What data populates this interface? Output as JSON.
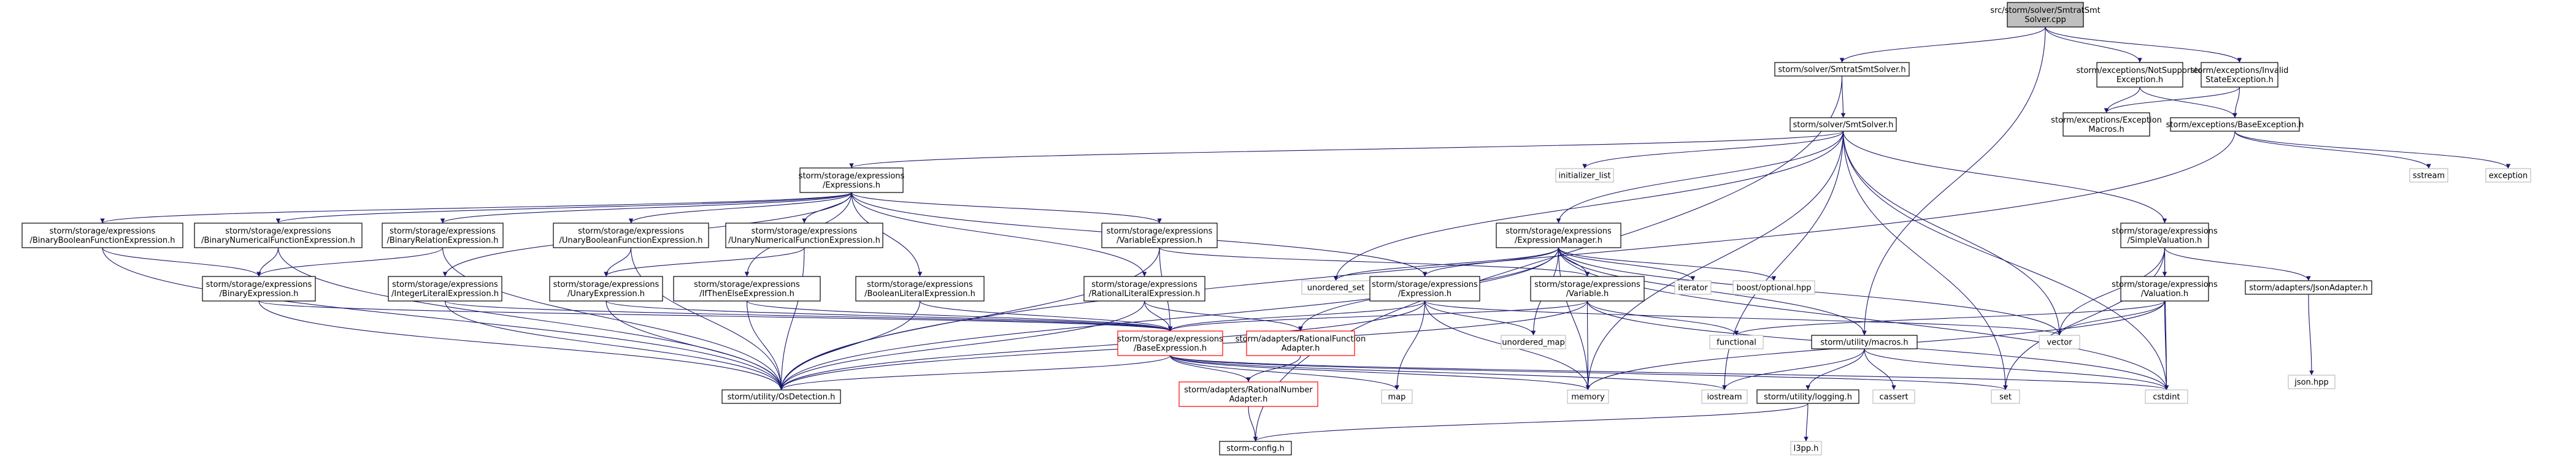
{
  "colors": {
    "root_fill": "#bfbfbf",
    "normal_border": "#000000",
    "external_border": "#bfbfbf",
    "missing_border": "#ff0000",
    "edge": "#191970"
  },
  "nodes": {
    "root": [
      "src/storm/solver/SmtratSmt",
      "Solver.cpp"
    ],
    "smtrat_h": [
      "storm/solver/SmtratSmtSolver.h"
    ],
    "notsupported": [
      "storm/exceptions/NotSupported",
      "Exception.h"
    ],
    "invalidstate": [
      "storm/exceptions/Invalid",
      "StateException.h"
    ],
    "exc_macros": [
      "storm/exceptions/Exception",
      "Macros.h"
    ],
    "base_exc": [
      "storm/exceptions/BaseException.h"
    ],
    "sstream": [
      "sstream"
    ],
    "exception": [
      "exception"
    ],
    "smtsolver": [
      "storm/solver/SmtSolver.h"
    ],
    "init_list": [
      "initializer_list"
    ],
    "expressions_h": [
      "storm/storage/expressions",
      "/Expressions.h"
    ],
    "expr_manager": [
      "storm/storage/expressions",
      "/ExpressionManager.h"
    ],
    "simple_val": [
      "storm/storage/expressions",
      "/SimpleValuation.h"
    ],
    "bbfe": [
      "storm/storage/expressions",
      "/BinaryBooleanFunctionExpression.h"
    ],
    "bnfe": [
      "storm/storage/expressions",
      "/BinaryNumericalFunctionExpression.h"
    ],
    "bre": [
      "storm/storage/expressions",
      "/BinaryRelationExpression.h"
    ],
    "ubfe": [
      "storm/storage/expressions",
      "/UnaryBooleanFunctionExpression.h"
    ],
    "unfe": [
      "storm/storage/expressions",
      "/UnaryNumericalFunctionExpression.h"
    ],
    "var_expr": [
      "storm/storage/expressions",
      "/VariableExpression.h"
    ],
    "bin_expr": [
      "storm/storage/expressions",
      "/BinaryExpression.h"
    ],
    "int_lit": [
      "storm/storage/expressions",
      "/IntegerLiteralExpression.h"
    ],
    "unary_expr": [
      "storm/storage/expressions",
      "/UnaryExpression.h"
    ],
    "ite_expr": [
      "storm/storage/expressions",
      "/IfThenElseExpression.h"
    ],
    "bool_lit": [
      "storm/storage/expressions",
      "/BooleanLiteralExpression.h"
    ],
    "rat_lit": [
      "storm/storage/expressions",
      "/RationalLiteralExpression.h"
    ],
    "unordered_set": [
      "unordered_set"
    ],
    "expression_h": [
      "storm/storage/expressions",
      "/Expression.h"
    ],
    "variable_h": [
      "storm/storage/expressions",
      "/Variable.h"
    ],
    "iterator": [
      "iterator"
    ],
    "boost_opt": [
      "boost/optional.hpp"
    ],
    "valuation_h": [
      "storm/storage/expressions",
      "/Valuation.h"
    ],
    "json_adapter": [
      "storm/adapters/JsonAdapter.h"
    ],
    "base_expr": [
      "storm/storage/expressions",
      "/BaseExpression.h"
    ],
    "rat_func_adapter": [
      "storm/adapters/RationalFunction",
      "Adapter.h"
    ],
    "unordered_map": [
      "unordered_map"
    ],
    "functional": [
      "functional"
    ],
    "macros_h": [
      "storm/utility/macros.h"
    ],
    "vector": [
      "vector"
    ],
    "json_hpp": [
      "json.hpp"
    ],
    "os_detection": [
      "storm/utility/OsDetection.h"
    ],
    "map": [
      "map"
    ],
    "memory": [
      "memory"
    ],
    "iostream": [
      "iostream"
    ],
    "logging": [
      "storm/utility/logging.h"
    ],
    "cassert": [
      "cassert"
    ],
    "set": [
      "set"
    ],
    "cstdint": [
      "cstdint"
    ],
    "rat_num_adapter": [
      "storm/adapters/RationalNumber",
      "Adapter.h"
    ],
    "storm_config": [
      "storm-config.h"
    ],
    "l3pp": [
      "l3pp.h"
    ]
  },
  "node_kinds": {
    "root": "root",
    "sstream": "external",
    "exception": "external",
    "init_list": "external",
    "unordered_set": "external",
    "iterator": "external",
    "boost_opt": "external",
    "json_hpp": "external",
    "unordered_map": "external",
    "functional": "external",
    "vector": "external",
    "map": "external",
    "memory": "external",
    "iostream": "external",
    "cassert": "external",
    "set": "external",
    "cstdint": "external",
    "l3pp": "external",
    "base_expr": "missing",
    "rat_func_adapter": "missing",
    "rat_num_adapter": "missing"
  },
  "edges": [
    [
      "root",
      "smtrat_h"
    ],
    [
      "root",
      "notsupported"
    ],
    [
      "root",
      "invalidstate"
    ],
    [
      "root",
      "macros_h"
    ],
    [
      "smtrat_h",
      "smtsolver"
    ],
    [
      "smtrat_h",
      "storm_config"
    ],
    [
      "notsupported",
      "exc_macros"
    ],
    [
      "notsupported",
      "base_exc"
    ],
    [
      "invalidstate",
      "exc_macros"
    ],
    [
      "invalidstate",
      "base_exc"
    ],
    [
      "base_exc",
      "sstream"
    ],
    [
      "base_exc",
      "exception"
    ],
    [
      "base_exc",
      "os_detection"
    ],
    [
      "smtsolver",
      "expressions_h"
    ],
    [
      "smtsolver",
      "expr_manager"
    ],
    [
      "smtsolver",
      "simple_val"
    ],
    [
      "smtsolver",
      "init_list"
    ],
    [
      "smtsolver",
      "unordered_set"
    ],
    [
      "smtsolver",
      "set"
    ],
    [
      "smtsolver",
      "vector"
    ],
    [
      "smtsolver",
      "cstdint"
    ],
    [
      "smtsolver",
      "memory"
    ],
    [
      "smtsolver",
      "iostream"
    ],
    [
      "expressions_h",
      "bbfe"
    ],
    [
      "expressions_h",
      "bnfe"
    ],
    [
      "expressions_h",
      "bre"
    ],
    [
      "expressions_h",
      "ubfe"
    ],
    [
      "expressions_h",
      "unfe"
    ],
    [
      "expressions_h",
      "var_expr"
    ],
    [
      "expressions_h",
      "int_lit"
    ],
    [
      "expressions_h",
      "ite_expr"
    ],
    [
      "expressions_h",
      "bool_lit"
    ],
    [
      "expressions_h",
      "rat_lit"
    ],
    [
      "expressions_h",
      "expression_h"
    ],
    [
      "bbfe",
      "bin_expr"
    ],
    [
      "bbfe",
      "os_detection"
    ],
    [
      "bnfe",
      "bin_expr"
    ],
    [
      "bnfe",
      "os_detection"
    ],
    [
      "bre",
      "bin_expr"
    ],
    [
      "bre",
      "os_detection"
    ],
    [
      "ubfe",
      "unary_expr"
    ],
    [
      "ubfe",
      "os_detection"
    ],
    [
      "unfe",
      "unary_expr"
    ],
    [
      "unfe",
      "os_detection"
    ],
    [
      "bin_expr",
      "base_expr"
    ],
    [
      "bin_expr",
      "os_detection"
    ],
    [
      "unary_expr",
      "base_expr"
    ],
    [
      "unary_expr",
      "os_detection"
    ],
    [
      "int_lit",
      "base_expr"
    ],
    [
      "int_lit",
      "os_detection"
    ],
    [
      "ite_expr",
      "base_expr"
    ],
    [
      "ite_expr",
      "os_detection"
    ],
    [
      "bool_lit",
      "base_expr"
    ],
    [
      "bool_lit",
      "os_detection"
    ],
    [
      "rat_lit",
      "base_expr"
    ],
    [
      "rat_lit",
      "os_detection"
    ],
    [
      "rat_lit",
      "rat_func_adapter"
    ],
    [
      "var_expr",
      "base_expr"
    ],
    [
      "var_expr",
      "variable_h"
    ],
    [
      "var_expr",
      "os_detection"
    ],
    [
      "expr_manager",
      "expression_h"
    ],
    [
      "expr_manager",
      "variable_h"
    ],
    [
      "expr_manager",
      "iterator"
    ],
    [
      "expr_manager",
      "boost_opt"
    ],
    [
      "expr_manager",
      "unordered_set"
    ],
    [
      "expr_manager",
      "unordered_map"
    ],
    [
      "expr_manager",
      "memory"
    ],
    [
      "expr_manager",
      "cstdint"
    ],
    [
      "expr_manager",
      "vector"
    ],
    [
      "expr_manager",
      "os_detection"
    ],
    [
      "expr_manager",
      "rat_func_adapter"
    ],
    [
      "expr_manager",
      "macros_h"
    ],
    [
      "expression_h",
      "base_expr"
    ],
    [
      "expression_h",
      "os_detection"
    ],
    [
      "expression_h",
      "unordered_map"
    ],
    [
      "expression_h",
      "map"
    ],
    [
      "expression_h",
      "memory"
    ],
    [
      "expression_h",
      "vector"
    ],
    [
      "variable_h",
      "memory"
    ],
    [
      "variable_h",
      "functional"
    ],
    [
      "variable_h",
      "cstdint"
    ],
    [
      "variable_h",
      "base_expr"
    ],
    [
      "variable_h",
      "os_detection"
    ],
    [
      "simple_val",
      "valuation_h"
    ],
    [
      "simple_val",
      "json_adapter"
    ],
    [
      "simple_val",
      "vector"
    ],
    [
      "simple_val",
      "set"
    ],
    [
      "simple_val",
      "cstdint"
    ],
    [
      "valuation_h",
      "functional"
    ],
    [
      "valuation_h",
      "vector"
    ],
    [
      "valuation_h",
      "memory"
    ],
    [
      "valuation_h",
      "cstdint"
    ],
    [
      "json_adapter",
      "json_hpp"
    ],
    [
      "base_expr",
      "os_detection"
    ],
    [
      "base_expr",
      "rat_num_adapter"
    ],
    [
      "base_expr",
      "map"
    ],
    [
      "base_expr",
      "memory"
    ],
    [
      "base_expr",
      "iostream"
    ],
    [
      "base_expr",
      "set"
    ],
    [
      "base_expr",
      "cstdint"
    ],
    [
      "rat_func_adapter",
      "rat_num_adapter"
    ],
    [
      "rat_num_adapter",
      "storm_config"
    ],
    [
      "macros_h",
      "logging"
    ],
    [
      "macros_h",
      "cassert"
    ],
    [
      "macros_h",
      "iostream"
    ],
    [
      "macros_h",
      "cstdint"
    ],
    [
      "logging",
      "storm_config"
    ],
    [
      "logging",
      "l3pp"
    ]
  ]
}
